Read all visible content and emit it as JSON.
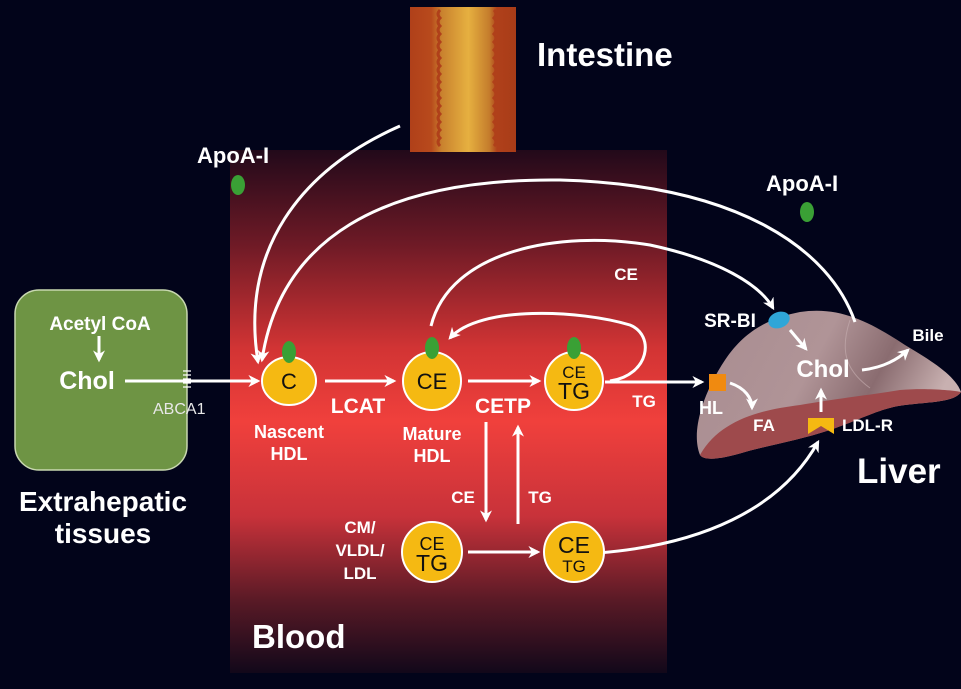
{
  "title": "HDL cholesterol metabolism / reverse cholesterol transport",
  "compartments": {
    "intestine": "Intestine",
    "blood": "Blood",
    "liver": "Liver",
    "extrahepatic": [
      "Extrahepatic",
      "tissues"
    ]
  },
  "extrahepatic_box": {
    "acetyl_coa": "Acetyl CoA",
    "chol": "Chol",
    "transporter": "ABCA1"
  },
  "apoa1_labels": [
    "ApoA-I",
    "ApoA-I"
  ],
  "particles": {
    "nascent_hdl": {
      "core": "C",
      "label": [
        "Nascent",
        "HDL"
      ]
    },
    "mature_hdl": {
      "core": "CE",
      "label": [
        "Mature",
        "HDL"
      ]
    },
    "hdl_tg": {
      "core_top": "CE",
      "core_bottom": "TG"
    },
    "cm_vldl_ldl": {
      "core_top": "CE",
      "core_bottom": "TG",
      "label": [
        "CM/",
        "VLDL/",
        "LDL"
      ]
    },
    "ldl_after": {
      "core_top": "CE",
      "core_bottom": "TG"
    }
  },
  "enzyme_labels": {
    "lcat": "LCAT",
    "cetp": "CETP",
    "ce_top": "CE",
    "tg_right": "TG",
    "ce_down": "CE",
    "tg_up": "TG"
  },
  "liver": {
    "sr_bi": "SR-BI",
    "chol": "Chol",
    "bile": "Bile",
    "hl": "HL",
    "fa": "FA",
    "ldl_r": "LDL-R"
  },
  "colors": {
    "background": "#02041a",
    "blood_top": "#2a0b1c",
    "blood_mid": "#e8393a",
    "blood_bottom": "#14081a",
    "particle": "#f5b912",
    "apoa1": "#3aa035",
    "sr_bi": "#2fa6d8",
    "hl": "#f08a10",
    "ldl_r": "#f5b912",
    "extrahepatic_box": "#6e9444",
    "liver_top": "#b79a9c",
    "liver_bottom": "#9e4a4c"
  }
}
